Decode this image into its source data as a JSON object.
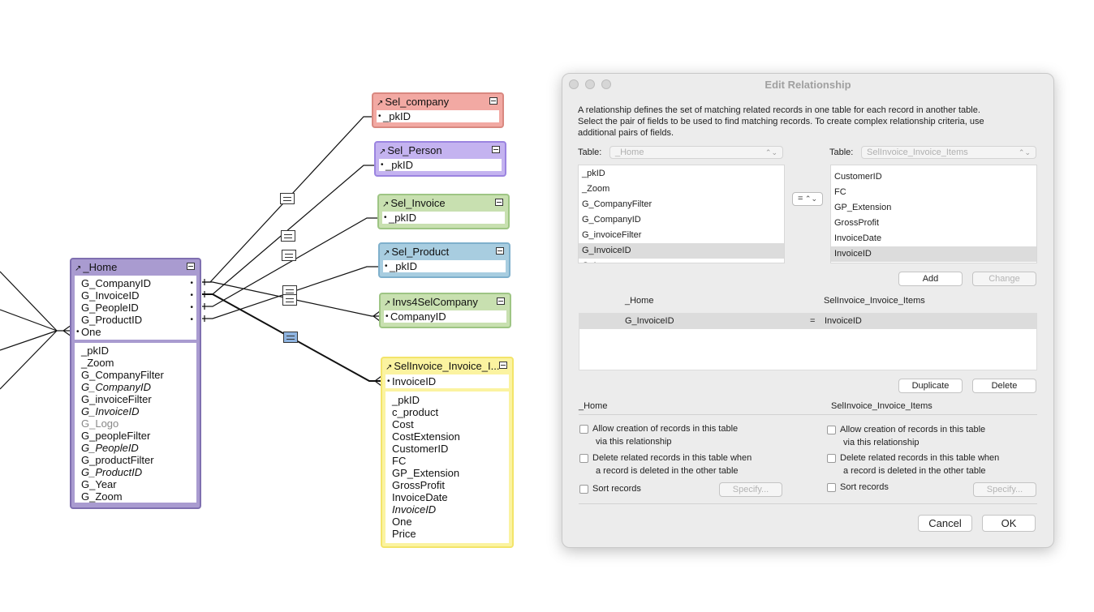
{
  "graph": {
    "home": {
      "title": "_Home",
      "match_fields": [
        {
          "name": "G_CompanyID",
          "dot": true
        },
        {
          "name": "G_InvoiceID",
          "dot": true
        },
        {
          "name": "G_PeopleID",
          "dot": true
        },
        {
          "name": "G_ProductID",
          "dot": true
        },
        {
          "name": "One",
          "key": true
        }
      ],
      "fields": [
        {
          "name": "_pkID"
        },
        {
          "name": "_Zoom"
        },
        {
          "name": "G_CompanyFilter"
        },
        {
          "name": "G_CompanyID",
          "style": "italic"
        },
        {
          "name": "G_invoiceFilter"
        },
        {
          "name": "G_InvoiceID",
          "style": "italic"
        },
        {
          "name": "G_Logo",
          "style": "gray"
        },
        {
          "name": "G_peopleFilter"
        },
        {
          "name": "G_PeopleID",
          "style": "italic"
        },
        {
          "name": "G_productFilter"
        },
        {
          "name": "G_ProductID",
          "style": "italic"
        },
        {
          "name": "G_Year"
        },
        {
          "name": "G_Zoom"
        }
      ]
    },
    "sel_company": {
      "title": "Sel_company",
      "fields": [
        "_pkID"
      ]
    },
    "sel_person": {
      "title": "Sel_Person",
      "fields": [
        "_pkID"
      ]
    },
    "sel_invoice": {
      "title": "Sel_Invoice",
      "fields": [
        "_pkID"
      ]
    },
    "sel_product": {
      "title": "Sel_Product",
      "fields": [
        "_pkID"
      ]
    },
    "invs4selcompany": {
      "title": "Invs4SelCompany",
      "fields": [
        "CompanyID"
      ]
    },
    "selinvoice_items": {
      "title": "SelInvoice_Invoice_I...",
      "match_fields": [
        "InvoiceID"
      ],
      "fields": [
        {
          "name": "_pkID"
        },
        {
          "name": "c_product"
        },
        {
          "name": "Cost"
        },
        {
          "name": "CostExtension"
        },
        {
          "name": "CustomerID"
        },
        {
          "name": "FC"
        },
        {
          "name": "GP_Extension"
        },
        {
          "name": "GrossProfit"
        },
        {
          "name": "InvoiceDate"
        },
        {
          "name": "InvoiceID",
          "style": "italic"
        },
        {
          "name": "One"
        },
        {
          "name": "Price"
        }
      ]
    },
    "colors": {
      "home": "#a99bd0",
      "sel_company": "#f2a9a3",
      "sel_person": "#c4b3f0",
      "sel_invoice": "#c8e0b0",
      "sel_product": "#a8cde0",
      "invs4selcompany": "#c8e0b0",
      "selinvoice_items": "#fbf3a0"
    }
  },
  "dialog": {
    "title": "Edit Relationship",
    "description_lines": [
      "A relationship defines the set of matching related records in one table for each record in another table.",
      "Select the pair of fields to be used to find matching records. To create complex relationship criteria, use",
      "additional pairs of fields."
    ],
    "left": {
      "table_label": "Table:",
      "table_value": "_Home",
      "fields": [
        "_pkID",
        "_Zoom",
        "G_CompanyFilter",
        "G_CompanyID",
        "G_invoiceFilter",
        "G_InvoiceID",
        "G_Logo"
      ],
      "selected": "G_InvoiceID"
    },
    "right": {
      "table_label": "Table:",
      "table_value": "SelInvoice_Invoice_Items",
      "fields": [
        "CustomerID",
        "FC",
        "GP_Extension",
        "GrossProfit",
        "InvoiceDate",
        "InvoiceID"
      ],
      "selected": "InvoiceID"
    },
    "operator": "=",
    "add_label": "Add",
    "change_label": "Change",
    "criteria": {
      "left_header": "_Home",
      "right_header": "SelInvoice_Invoice_Items",
      "rows": [
        {
          "left": "G_InvoiceID",
          "op": "=",
          "right": "InvoiceID"
        }
      ]
    },
    "duplicate_label": "Duplicate",
    "delete_label": "Delete",
    "options_left": {
      "header": "_Home",
      "allow_creation": [
        "Allow creation of records in this table",
        "via this relationship"
      ],
      "delete_related": [
        "Delete related records in this table when",
        "a record is deleted in the other table"
      ],
      "sort_records": "Sort records",
      "specify_label": "Specify..."
    },
    "options_right": {
      "header": "SelInvoice_Invoice_Items",
      "allow_creation": [
        "Allow creation of records in this table",
        "via this relationship"
      ],
      "delete_related": [
        "Delete related records in this table when",
        "a record is deleted in the other table"
      ],
      "sort_records": "Sort records",
      "specify_label": "Specify..."
    },
    "cancel_label": "Cancel",
    "ok_label": "OK"
  }
}
